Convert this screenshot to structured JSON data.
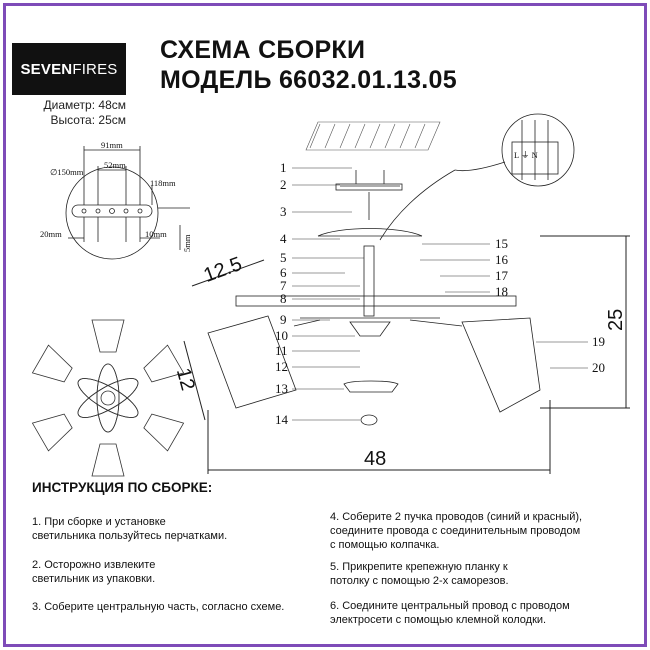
{
  "brand": {
    "bold": "SEVEN",
    "light": "FIRES"
  },
  "specs": {
    "diameter": "Диаметр: 48см",
    "height": "Высота: 25см"
  },
  "title": {
    "line1": "СХЕМА СБОРКИ",
    "line2": "МОДЕЛЬ 66032.01.13.05"
  },
  "bracket": {
    "d_outer": "∅150mm",
    "w1": "91mm",
    "w2": "52mm",
    "w3": "118mm",
    "l1": "20mm",
    "l2": "10mm",
    "h": "5mm"
  },
  "parts": [
    "1",
    "2",
    "3",
    "4",
    "5",
    "6",
    "7",
    "8",
    "9",
    "10",
    "11",
    "12",
    "13",
    "14",
    "15",
    "16",
    "17",
    "18",
    "19",
    "20"
  ],
  "dimensions": {
    "shade_length": "12.5",
    "shade_height": "12",
    "total_height": "25",
    "total_width": "48"
  },
  "wiring": {
    "terminals": "L ⏚ N"
  },
  "instructions": {
    "heading": "ИНСТРУКЦИЯ ПО СБОРКЕ:",
    "i1a": "1. При сборке и установке",
    "i1b": "светильника пользуйтесь перчатками.",
    "i2a": "2. Осторожно извлеките",
    "i2b": "светильник из упаковки.",
    "i3": "3. Соберите центральную часть, согласно схеме.",
    "i4a": "4. Соберите 2 пучка проводов (синий и красный),",
    "i4b": "соедините провода с соединительным проводом",
    "i4c": "с помощью колпачка.",
    "i5a": "5. Прикрепите крепежную планку к",
    "i5b": "потолку с помощью 2-х саморезов.",
    "i6a": "6. Соедините центральный провод с проводом",
    "i6b": "электросети с помощью клемной колодки."
  }
}
